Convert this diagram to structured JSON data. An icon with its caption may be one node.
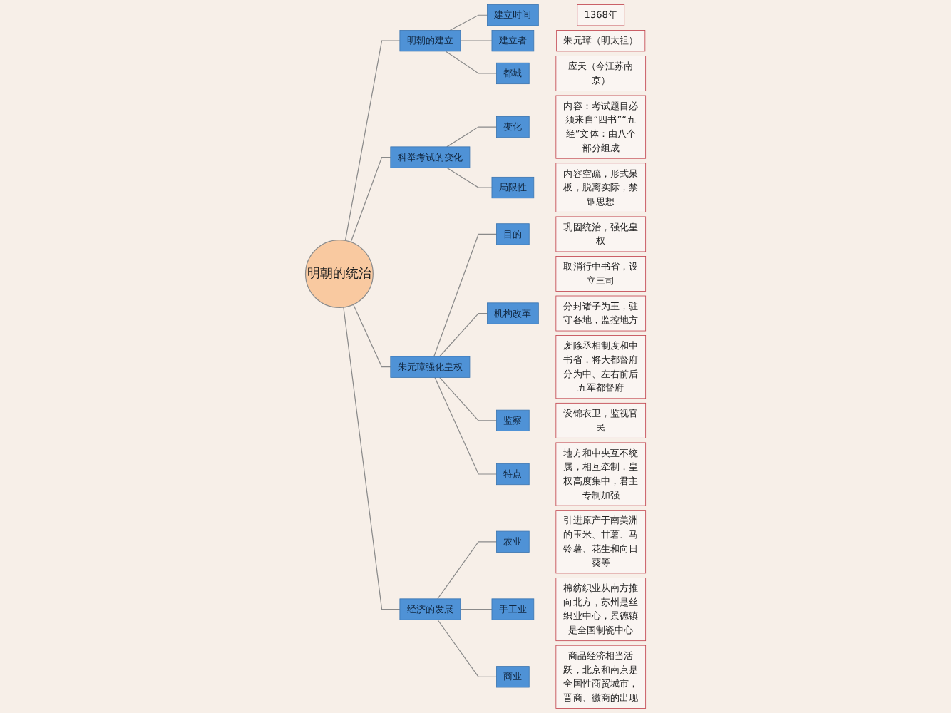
{
  "diagram": {
    "nodes": [
      {
        "text": [
          "明朝的统治"
        ]
      },
      {
        "text": [
          "明朝的建立"
        ]
      },
      {
        "text": [
          "建立时间"
        ]
      },
      {
        "text": [
          "1368年"
        ]
      },
      {
        "text": [
          "建立者"
        ]
      },
      {
        "text": [
          "朱元璋（明太祖）"
        ]
      },
      {
        "text": [
          "都城"
        ]
      },
      {
        "text": [
          "应天（今江苏南京）"
        ]
      },
      {
        "text": [
          "科举考试的变化"
        ]
      },
      {
        "text": [
          "变化"
        ]
      },
      {
        "text": [
          "内容：考试题目必须来自“四书”“五经”文体：由八个部分组成"
        ]
      },
      {
        "text": [
          "局限性"
        ]
      },
      {
        "text": [
          "内容空疏，形式呆板，脱离实际，禁锢思想"
        ]
      },
      {
        "text": [
          "朱元璋强化皇权"
        ]
      },
      {
        "text": [
          "目的"
        ]
      },
      {
        "text": [
          "巩固统治，强化皇权"
        ]
      },
      {
        "text": [
          "机构改革"
        ]
      },
      {
        "text": [
          "取消行中书省，设立三司"
        ]
      },
      {
        "text": [
          "分封诸子为王，驻守各地，监控地方"
        ]
      },
      {
        "text": [
          "废除丞相制度和中书省，将大都督府分为中、左右前后五军都督府"
        ]
      },
      {
        "text": [
          "监察"
        ]
      },
      {
        "text": [
          "设锦衣卫，监视官民"
        ]
      },
      {
        "text": [
          "特点"
        ]
      },
      {
        "text": [
          "地方和中央互不统属，相互牵制，皇权高度集中，君主专制加强"
        ]
      },
      {
        "text": [
          "经济的发展"
        ]
      },
      {
        "text": [
          "农业"
        ]
      },
      {
        "text": [
          "引进原产于南美洲的玉米、甘薯、马铃薯、花生和向日葵等"
        ]
      },
      {
        "text": [
          "手工业"
        ]
      },
      {
        "text": [
          "棉纺织业从南方推向北方，苏州是丝织业中心，景德镇是全国制瓷中心"
        ]
      },
      {
        "text": [
          "商业"
        ]
      },
      {
        "text": [
          "商品经济相当活跃，北京和南京是全国性商贸城市，晋商、徽商的出现"
        ]
      }
    ],
    "edges": [
      {
        "from": 0,
        "to": 1,
        "arrow": "none"
      },
      {
        "from": 0,
        "to": 8,
        "arrow": "none"
      },
      {
        "from": 0,
        "to": 13,
        "arrow": "none"
      },
      {
        "from": 0,
        "to": 24,
        "arrow": "none"
      },
      {
        "from": 1,
        "to": 2,
        "arrow": "none"
      },
      {
        "from": 1,
        "to": 4,
        "arrow": "none"
      },
      {
        "from": 1,
        "to": 6,
        "arrow": "none"
      },
      {
        "from": 8,
        "to": 9,
        "arrow": "none"
      },
      {
        "from": 8,
        "to": 11,
        "arrow": "none"
      },
      {
        "from": 13,
        "to": 14,
        "arrow": "none"
      },
      {
        "from": 13,
        "to": 16,
        "arrow": "none"
      },
      {
        "from": 13,
        "to": 20,
        "arrow": "none"
      },
      {
        "from": 13,
        "to": 22,
        "arrow": "none"
      },
      {
        "from": 24,
        "to": 25,
        "arrow": "none"
      },
      {
        "from": 24,
        "to": 27,
        "arrow": "none"
      },
      {
        "from": 24,
        "to": 29,
        "arrow": "none"
      }
    ]
  }
}
